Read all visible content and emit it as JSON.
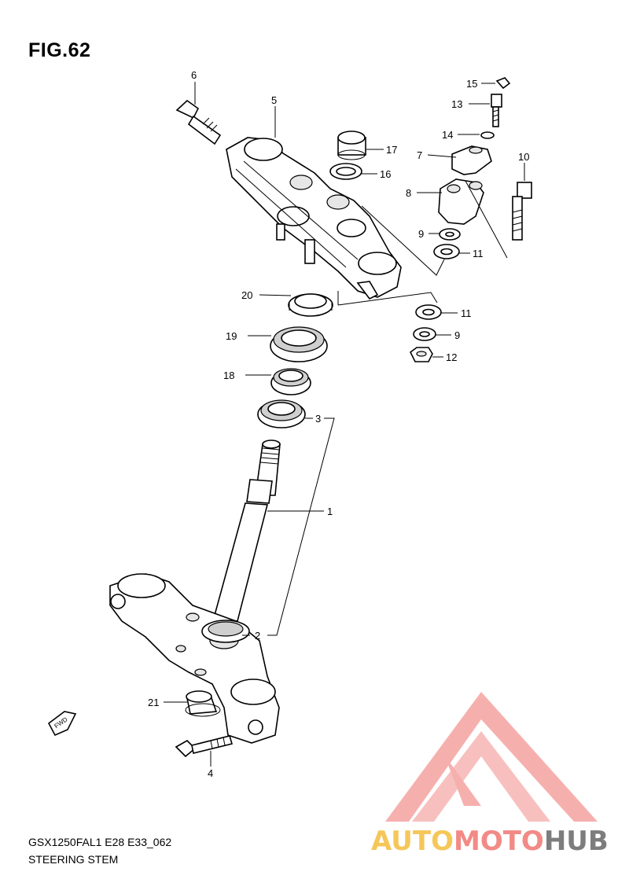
{
  "figure": {
    "title": "FIG.62",
    "model_code": "GSX1250FAL1 E28 E33_062",
    "section_name": "STEERING STEM"
  },
  "callouts": [
    "1",
    "2",
    "3",
    "4",
    "5",
    "6",
    "7",
    "8",
    "9",
    "9",
    "10",
    "11",
    "11",
    "12",
    "13",
    "14",
    "15",
    "16",
    "17",
    "18",
    "19",
    "20",
    "21"
  ],
  "fwd_label": "FWD",
  "watermark": {
    "part1": "AUTO",
    "part2": "MOTO",
    "part3": "HUB",
    "color_part1": "#f5c75a",
    "color_part2": "#f28a86",
    "color_part3": "#7d7d7d",
    "logo_color": "#f4a3a0"
  }
}
